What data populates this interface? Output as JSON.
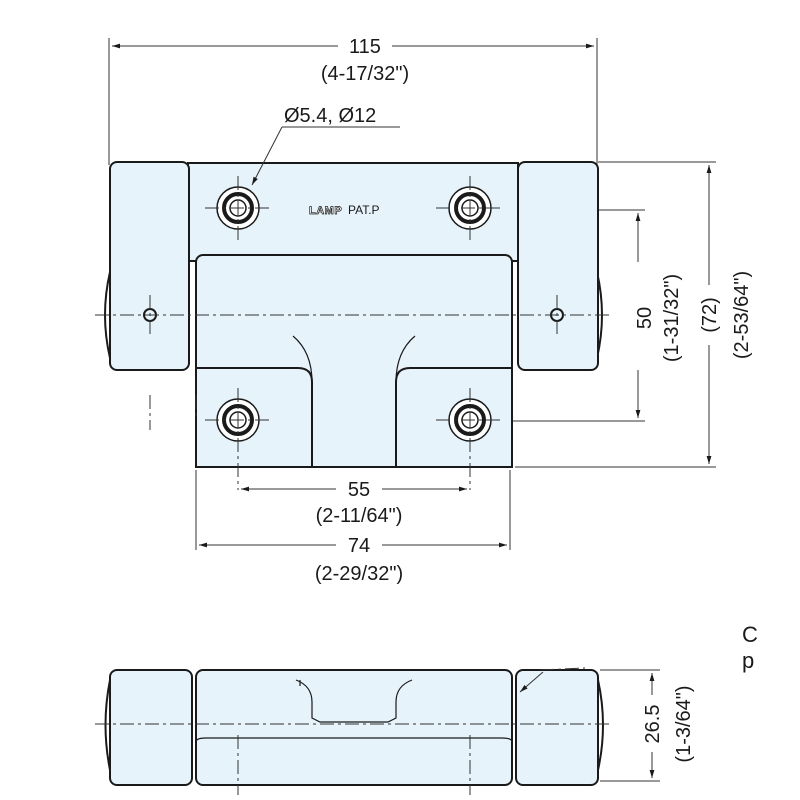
{
  "top_view": {
    "dim_width": "115",
    "dim_width_in": "(4-17/32\")",
    "hole_callout": "Ø5.4,  Ø12",
    "brand": "LAMP",
    "marking": "PAT.P",
    "dim_hole_spacing_v": "50",
    "dim_hole_spacing_v_in": "(1-31/32\")",
    "dim_height_ref": "(72)",
    "dim_height_ref_in": "(2-53/64\")",
    "dim_hole_spacing_h": "55",
    "dim_hole_spacing_h_in": "(2-11/64\")",
    "dim_leaf_width": "74",
    "dim_leaf_width_in": "(2-29/32\")"
  },
  "side_view": {
    "dim_thickness": "26.5",
    "dim_thickness_in": "(1-3/64\")"
  },
  "edge_text": {
    "line1": "C",
    "line2": "p"
  }
}
